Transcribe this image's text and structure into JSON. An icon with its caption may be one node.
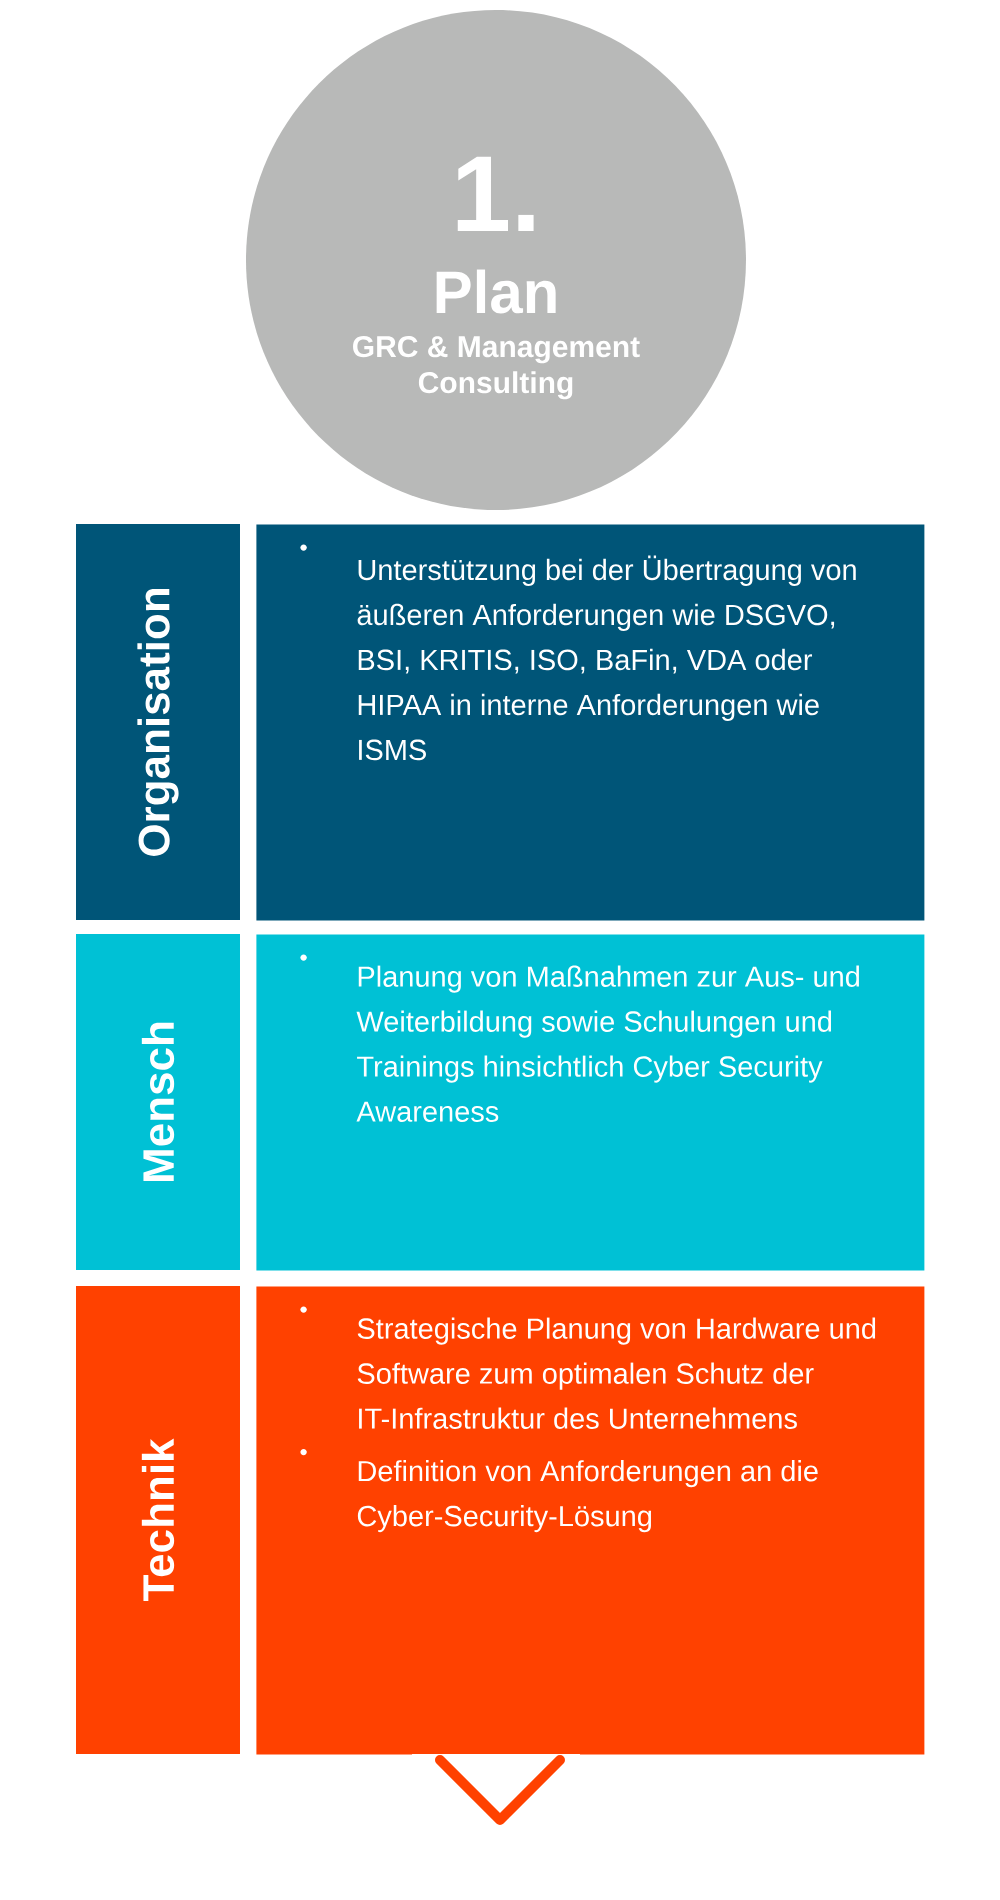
{
  "diagram": {
    "nodes": [
      {
        "text": [
          "1.",
          "Plan",
          "GRC & Management Consulting"
        ]
      },
      {
        "text": [
          "Organisation"
        ]
      },
      {
        "text": [
          "Unterstützung bei der Übertragung von äußeren Anforderungen wie DSGVO, BSI, KRITIS, ISO, BaFin, VDA oder HIPAA in interne Anforderungen wie ISMS"
        ]
      },
      {
        "text": [
          "Mensch"
        ]
      },
      {
        "text": [
          "Planung von Maßnahmen zur Aus- und Weiterbildung sowie Schulungen und Trainings hinsichtlich Cyber Security Awareness"
        ]
      },
      {
        "text": [
          "Technik"
        ]
      },
      {
        "text": [
          "Strategische Planung von Hardware und Software zum optimalen Schutz der IT-Infrastruktur des Unternehmens",
          "Definition von Anforderungen an die Cyber-Security-Lösung"
        ]
      }
    ]
  }
}
